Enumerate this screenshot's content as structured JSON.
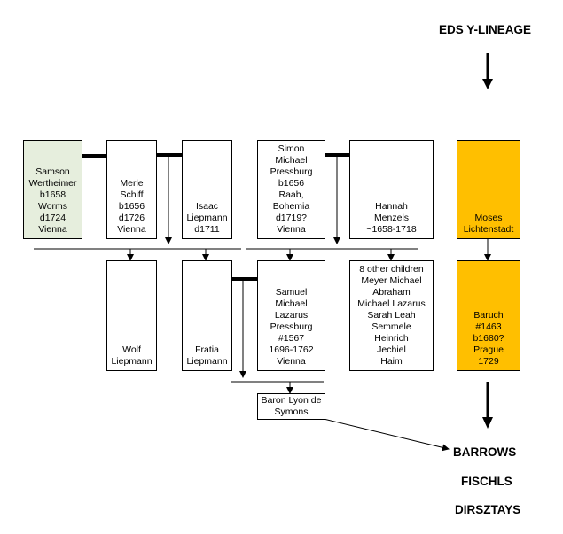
{
  "header": {
    "title": "EDS Y-LINEAGE"
  },
  "people": {
    "samson": "Samson\nWertheimer\nb1658\nWorms\nd1724\nVienna",
    "merle": "Merle\nSchiff\nb1656\nd1726\nVienna",
    "isaac": "Isaac\nLiepmann\nd1711",
    "simon": "Simon\nMichael\nPressburg\nb1656\nRaab,\nBohemia\nd1719?\nVienna",
    "hannah": "Hannah\nMenzels\n~1658-1718",
    "moses": "Moses\nLichtenstadt",
    "wolf": "Wolf\nLiepmann",
    "fratia": "Fratia\nLiepmann",
    "samuel": "Samuel\nMichael\nLazarus\nPressburg\n#1567\n1696-1762\nVienna",
    "children": "8 other children\nMeyer Michael\nAbraham\nMichael Lazarus\nSarah Leah\nSemmele\nHeinrich\nJechiel\nHaim",
    "baruch": "Baruch\n#1463\nb1680?\nPrague\n1729",
    "baron": "Baron Lyon de\nSymons"
  },
  "descendants": [
    "BARROWS",
    "FISCHLS",
    "DIRSZTAYS"
  ],
  "colors": {
    "ancestor_fill": "#e6eedd",
    "lineage_fill": "#ffbf00",
    "line": "#000000"
  }
}
